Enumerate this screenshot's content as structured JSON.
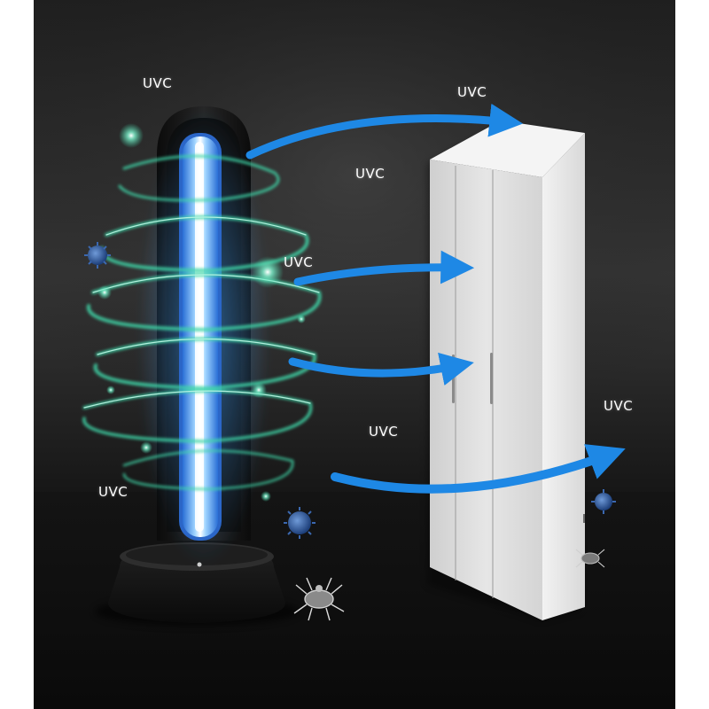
{
  "labels": {
    "uvc_1": "UVC",
    "uvc_2": "UVC",
    "uvc_3": "UVC",
    "uvc_4": "UVC",
    "uvc_5": "UVC",
    "uvc_6": "UVC",
    "uvc_7": "UVC"
  },
  "colors": {
    "background": "#2a2a2a",
    "floor": "#0f0f0f",
    "uv_tube": "#4aa8ff",
    "glow_swirl": "#3fd6a8",
    "arrow_blue": "#1e88e5",
    "cabinet": "#d9d9d9",
    "lamp_base": "#1a1a1a"
  }
}
